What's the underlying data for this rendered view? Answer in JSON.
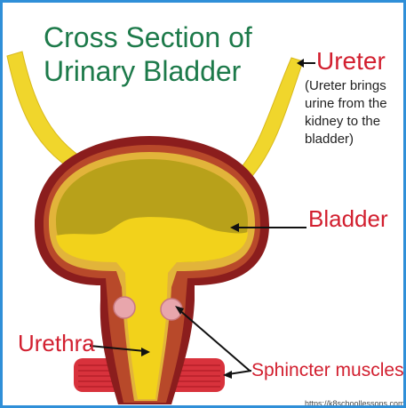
{
  "title": "Cross Section of Urinary Bladder",
  "labels": {
    "ureter": "Ureter",
    "ureter_note": "(Ureter brings urine from the kidney to the bladder)",
    "bladder": "Bladder",
    "urethra": "Urethra",
    "sphincter": "Sphincter muscles"
  },
  "source": "https://k8schoollessons.com",
  "colors": {
    "frame": "#2f8fd8",
    "title": "#1d7a4a",
    "label": "#d21f2f",
    "wall_outer": "#8b1d1d",
    "wall_inner": "#b8492a",
    "bladder_lumen": "#b8a11a",
    "urine": "#f2d21b",
    "ureter": "#f0d62c",
    "sphincter": "#e8a6ac",
    "muscle_band": "#d8323c"
  }
}
